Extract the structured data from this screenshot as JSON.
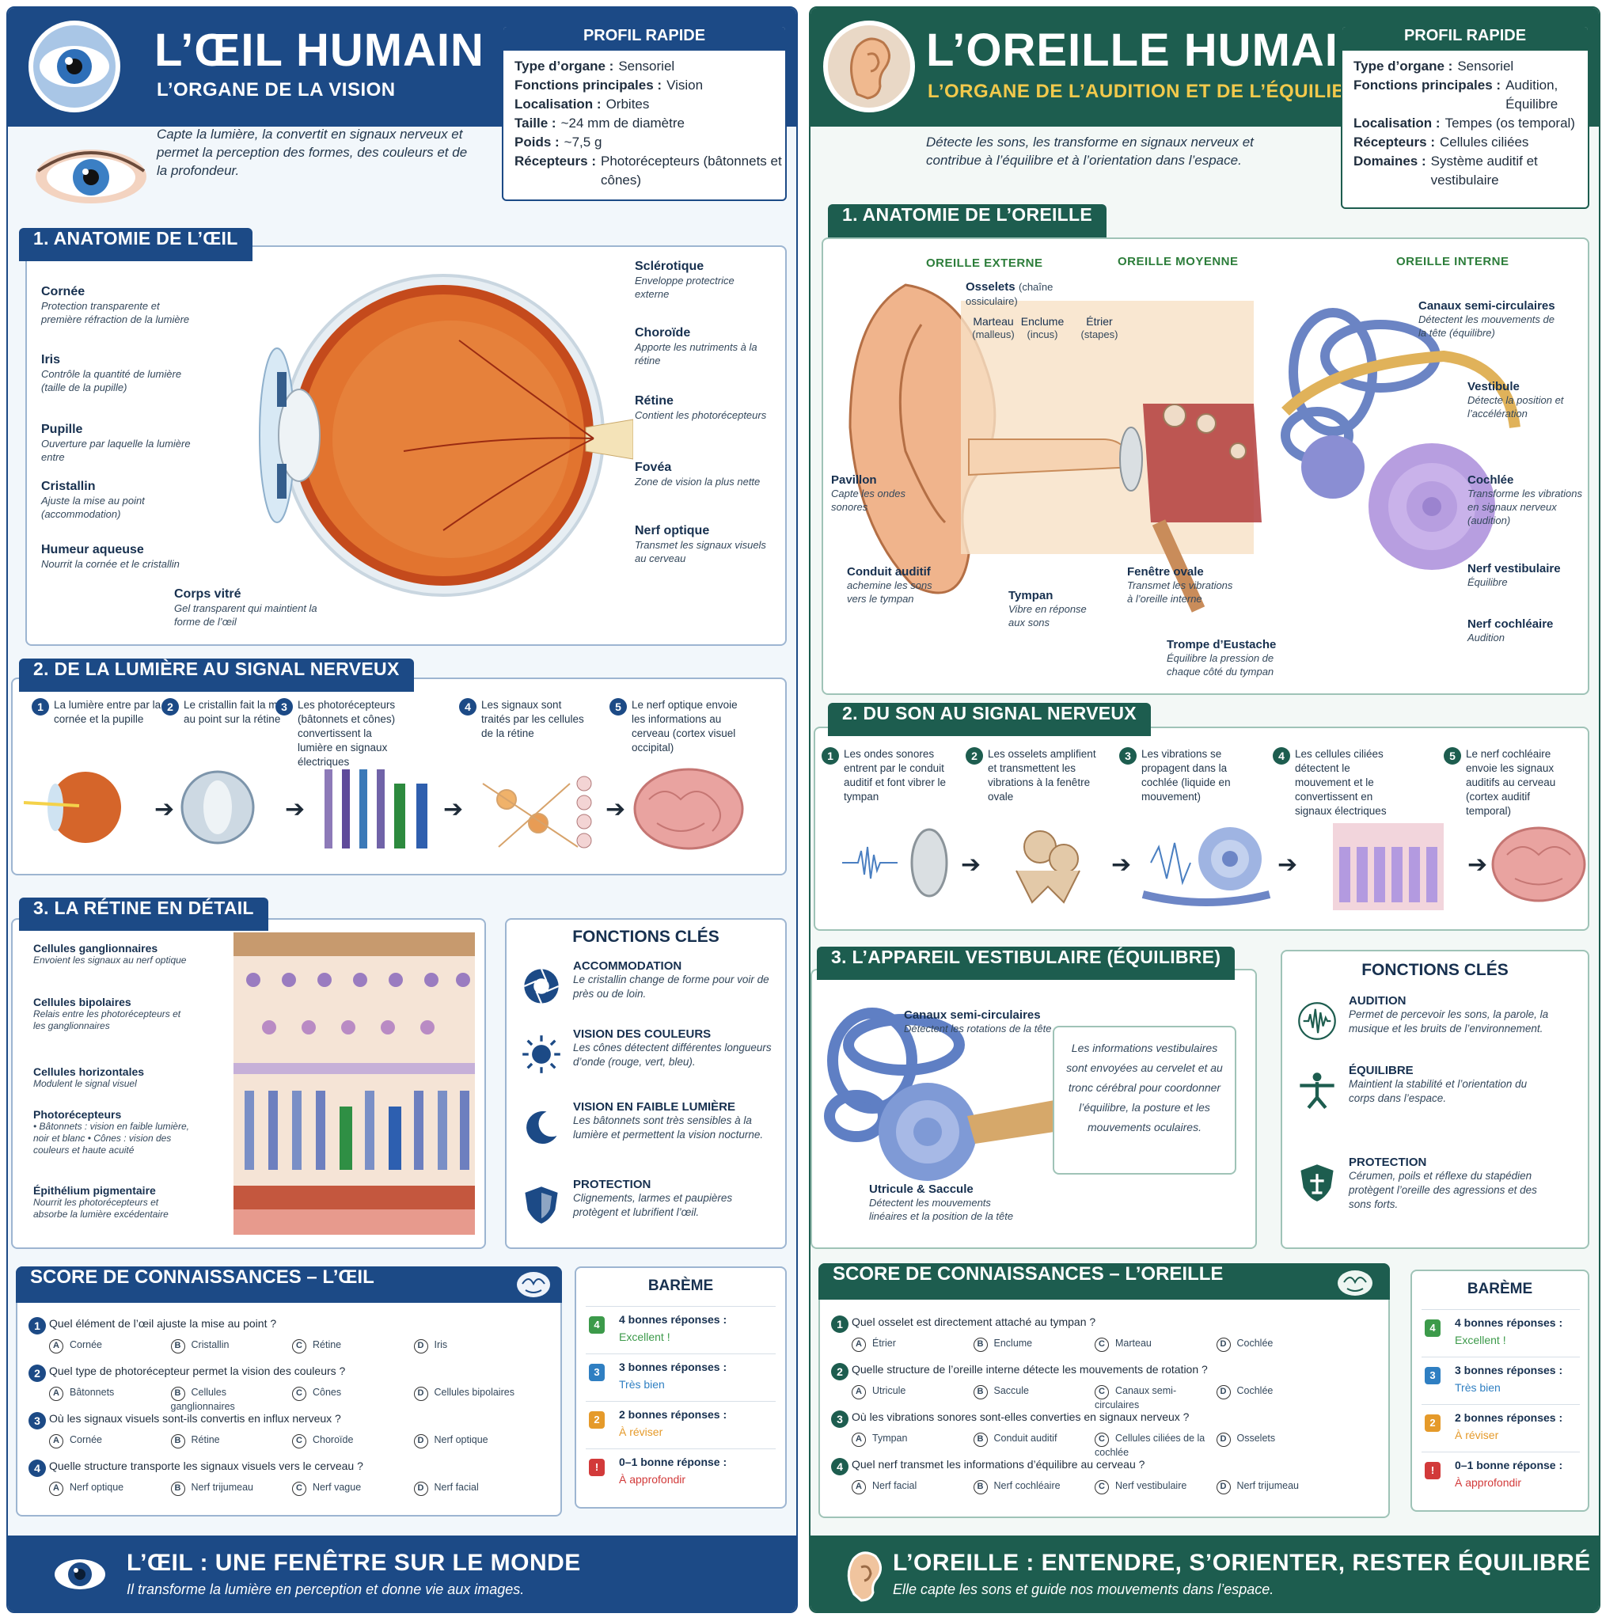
{
  "eye": {
    "title": "L’ŒIL HUMAIN",
    "subtitle": "L’ORGANE DE LA VISION",
    "intro": "Capte la lumière, la convertit en signaux nerveux et permet la perception des formes, des couleurs et de la profondeur.",
    "profile": {
      "title": "PROFIL RAPIDE",
      "rows": [
        {
          "k": "Type d’organe :",
          "v": "Sensoriel"
        },
        {
          "k": "Fonctions principales :",
          "v": "Vision"
        },
        {
          "k": "Localisation :",
          "v": "Orbites"
        },
        {
          "k": "Taille :",
          "v": "~24 mm de diamètre"
        },
        {
          "k": "Poids :",
          "v": "~7,5 g"
        },
        {
          "k": "Récepteurs :",
          "v": "Photorécepteurs (bâtonnets et cônes)"
        }
      ]
    },
    "s1": "1. ANATOMIE DE L’ŒIL",
    "labels_left": [
      {
        "t": "Cornée",
        "d": "Protection transparente et première réfraction de la lumière"
      },
      {
        "t": "Iris",
        "d": "Contrôle la quantité de lumière (taille de la pupille)"
      },
      {
        "t": "Pupille",
        "d": "Ouverture par laquelle la lumière entre"
      },
      {
        "t": "Cristallin",
        "d": "Ajuste la mise au point (accommodation)"
      },
      {
        "t": "Humeur aqueuse",
        "d": "Nourrit la cornée et le cristallin"
      }
    ],
    "label_bottom": {
      "t": "Corps vitré",
      "d": "Gel transparent qui maintient la forme de l’œil"
    },
    "labels_right": [
      {
        "t": "Sclérotique",
        "d": "Enveloppe protectrice externe"
      },
      {
        "t": "Choroïde",
        "d": "Apporte les nutriments à la rétine"
      },
      {
        "t": "Rétine",
        "d": "Contient les photorécepteurs"
      },
      {
        "t": "Fovéa",
        "d": "Zone de vision la plus nette"
      },
      {
        "t": "Nerf optique",
        "d": "Transmet les signaux visuels au cerveau"
      }
    ],
    "s2": "2. DE LA LUMIÈRE AU SIGNAL NERVEUX",
    "steps": [
      {
        "n": "1",
        "t": "La lumière entre par la cornée et la pupille"
      },
      {
        "n": "2",
        "t": "Le cristallin fait la mise au point sur la rétine"
      },
      {
        "n": "3",
        "t": "Les photorécepteurs (bâtonnets et cônes) convertissent la lumière en signaux électriques"
      },
      {
        "n": "4",
        "t": "Les signaux sont traités par les cellules de la rétine"
      },
      {
        "n": "5",
        "t": "Le nerf optique envoie les informations au cerveau (cortex visuel occipital)"
      }
    ],
    "s3": "3. LA RÉTINE EN DÉTAIL",
    "retina_labels": [
      {
        "t": "Cellules ganglionnaires",
        "d": "Envoient les signaux au nerf optique"
      },
      {
        "t": "Cellules bipolaires",
        "d": "Relais entre les photorécepteurs et les ganglionnaires"
      },
      {
        "t": "Cellules horizontales",
        "d": "Modulent le signal visuel"
      },
      {
        "t": "Photorécepteurs",
        "d": "• Bâtonnets : vision en faible lumière, noir et blanc • Cônes : vision des couleurs et haute acuité"
      },
      {
        "t": "Épithélium pigmentaire",
        "d": "Nourrit les photorécepteurs et absorbe la lumière excédentaire"
      }
    ],
    "functions": {
      "title": "FONCTIONS CLÉS",
      "items": [
        {
          "n": "ACCOMMODATION",
          "d": "Le cristallin change de forme pour voir de près ou de loin.",
          "icon": "aperture-icon"
        },
        {
          "n": "VISION DES COULEURS",
          "d": "Les cônes détectent différentes longueurs d’onde (rouge, vert, bleu).",
          "icon": "sun-icon"
        },
        {
          "n": "VISION EN FAIBLE LUMIÈRE",
          "d": "Les bâtonnets sont très sensibles à la lumière et permettent la vision nocturne.",
          "icon": "moon-icon"
        },
        {
          "n": "PROTECTION",
          "d": "Clignements, larmes et paupières protègent et lubrifient l’œil.",
          "icon": "shield-icon"
        }
      ]
    },
    "quiz": {
      "title": "SCORE DE CONNAISSANCES – L’ŒIL",
      "questions": [
        {
          "n": "1",
          "q": "Quel élément de l’œil ajuste la mise au point ?",
          "opts": [
            "Cornée",
            "Cristallin",
            "Rétine",
            "Iris"
          ]
        },
        {
          "n": "2",
          "q": "Quel type de photorécepteur permet la vision des couleurs ?",
          "opts": [
            "Bâtonnets",
            "Cellules ganglionnaires",
            "Cônes",
            "Cellules bipolaires"
          ]
        },
        {
          "n": "3",
          "q": "Où les signaux visuels sont-ils convertis en influx nerveux ?",
          "opts": [
            "Cornée",
            "Rétine",
            "Choroïde",
            "Nerf optique"
          ]
        },
        {
          "n": "4",
          "q": "Quelle structure transporte les signaux visuels vers le cerveau ?",
          "opts": [
            "Nerf optique",
            "Nerf trijumeau",
            "Nerf vague",
            "Nerf facial"
          ]
        }
      ]
    },
    "bareme": {
      "title": "BARÈME",
      "rows": [
        {
          "n": "4",
          "t": "4 bonnes réponses :",
          "v": "Excellent !",
          "c": "#3c9a4a"
        },
        {
          "n": "3",
          "t": "3 bonnes réponses :",
          "v": "Très bien",
          "c": "#2f7fc2"
        },
        {
          "n": "2",
          "t": "2 bonnes réponses :",
          "v": "À réviser",
          "c": "#e59a2a"
        },
        {
          "n": "!",
          "t": "0–1 bonne réponse :",
          "v": "À approfondir",
          "c": "#d23a3a"
        }
      ]
    },
    "footer": {
      "title": "L’ŒIL : UNE FENÊTRE SUR LE MONDE",
      "sub": "Il transforme la lumière en perception et donne vie aux images."
    }
  },
  "ear": {
    "title": "L’OREILLE HUMAINE",
    "subtitle": "L’ORGANE DE L’AUDITION ET DE L’ÉQUILIBRE",
    "intro": "Détecte les sons, les transforme en signaux nerveux et contribue à l’équilibre et à l’orientation dans l’espace.",
    "profile": {
      "title": "PROFIL RAPIDE",
      "rows": [
        {
          "k": "Type d’organe :",
          "v": "Sensoriel"
        },
        {
          "k": "Fonctions principales :",
          "v": "Audition, Équilibre"
        },
        {
          "k": "Localisation :",
          "v": "Tempes (os temporal)"
        },
        {
          "k": "Récepteurs :",
          "v": "Cellules ciliées"
        },
        {
          "k": "Domaines :",
          "v": "Système auditif et vestibulaire"
        }
      ]
    },
    "s1": "1. ANATOMIE DE L’OREILLE",
    "cols": [
      "OREILLE EXTERNE",
      "OREILLE MOYENNE",
      "OREILLE INTERNE"
    ],
    "ossicles": {
      "title": "Osselets",
      "sub": "(chaîne ossiculaire)",
      "items": [
        {
          "t": "Marteau",
          "d": "(malleus)"
        },
        {
          "t": "Enclume",
          "d": "(incus)"
        },
        {
          "t": "Étrier",
          "d": "(stapes)"
        }
      ]
    },
    "labels": [
      {
        "t": "Pavillon",
        "d": "Capte les ondes sonores"
      },
      {
        "t": "Conduit auditif",
        "d": "achemine les sons vers le tympan"
      },
      {
        "t": "Tympan",
        "d": "Vibre en réponse aux sons"
      },
      {
        "t": "Fenêtre ovale",
        "d": "Transmet les vibrations à l’oreille interne"
      },
      {
        "t": "Trompe d’Eustache",
        "d": "Équilibre la pression de chaque côté du tympan"
      },
      {
        "t": "Canaux semi-circulaires",
        "d": "Détectent les mouvements de la tête (équilibre)"
      },
      {
        "t": "Vestibule",
        "d": "Détecte la position et l’accélération"
      },
      {
        "t": "Cochlée",
        "d": "Transforme les vibrations en signaux nerveux (audition)"
      },
      {
        "t": "Nerf vestibulaire",
        "d": "Équilibre"
      },
      {
        "t": "Nerf cochléaire",
        "d": "Audition"
      }
    ],
    "s2": "2. DU SON AU SIGNAL NERVEUX",
    "steps": [
      {
        "n": "1",
        "t": "Les ondes sonores entrent par le conduit auditif et font vibrer le tympan"
      },
      {
        "n": "2",
        "t": "Les osselets amplifient et transmettent les vibrations à la fenêtre ovale"
      },
      {
        "n": "3",
        "t": "Les vibrations se propagent dans la cochlée (liquide en mouvement)"
      },
      {
        "n": "4",
        "t": "Les cellules ciliées détectent le mouvement et le convertissent en signaux électriques"
      },
      {
        "n": "5",
        "t": "Le nerf cochléaire envoie les signaux auditifs au cerveau (cortex auditif temporal)"
      }
    ],
    "s3": "3. L’APPAREIL VESTIBULAIRE (ÉQUILIBRE)",
    "vest_labels": [
      {
        "t": "Canaux semi-circulaires",
        "d": "Détectent les rotations de la tête"
      },
      {
        "t": "Utricule & Saccule",
        "d": "Détectent les mouvements linéaires et la position de la tête"
      }
    ],
    "vest_note": "Les informations vestibulaires sont envoyées au cervelet et au tronc cérébral pour coordonner l’équilibre, la posture et les mouvements oculaires.",
    "functions": {
      "title": "FONCTIONS CLÉS",
      "items": [
        {
          "n": "AUDITION",
          "d": "Permet de percevoir les sons, la parole, la musique et les bruits de l’environnement.",
          "icon": "soundwave-icon"
        },
        {
          "n": "ÉQUILIBRE",
          "d": "Maintient la stabilité et l’orientation du corps dans l’espace.",
          "icon": "balance-figure-icon"
        },
        {
          "n": "PROTECTION",
          "d": "Cérumen, poils et réflexe du stapédien protègent l’oreille des agressions et des sons forts.",
          "icon": "shield-icon"
        }
      ]
    },
    "quiz": {
      "title": "SCORE DE CONNAISSANCES – L’OREILLE",
      "questions": [
        {
          "n": "1",
          "q": "Quel osselet est directement attaché au tympan ?",
          "opts": [
            "Étrier",
            "Enclume",
            "Marteau",
            "Cochlée"
          ]
        },
        {
          "n": "2",
          "q": "Quelle structure de l’oreille interne détecte les mouvements de rotation ?",
          "opts": [
            "Utricule",
            "Saccule",
            "Canaux semi-circulaires",
            "Cochlée"
          ]
        },
        {
          "n": "3",
          "q": "Où les vibrations sonores sont-elles converties en signaux nerveux ?",
          "opts": [
            "Tympan",
            "Conduit auditif",
            "Cellules ciliées de la cochlée",
            "Osselets"
          ]
        },
        {
          "n": "4",
          "q": "Quel nerf transmet les informations d’équilibre au cerveau ?",
          "opts": [
            "Nerf facial",
            "Nerf cochléaire",
            "Nerf vestibulaire",
            "Nerf trijumeau"
          ]
        }
      ]
    },
    "bareme": {
      "title": "BARÈME",
      "rows": [
        {
          "n": "4",
          "t": "4 bonnes réponses :",
          "v": "Excellent !",
          "c": "#3c9a4a"
        },
        {
          "n": "3",
          "t": "3 bonnes réponses :",
          "v": "Très bien",
          "c": "#2f7fc2"
        },
        {
          "n": "2",
          "t": "2 bonnes réponses :",
          "v": "À réviser",
          "c": "#e59a2a"
        },
        {
          "n": "!",
          "t": "0–1 bonne réponse :",
          "v": "À approfondir",
          "c": "#d23a3a"
        }
      ]
    },
    "footer": {
      "title": "L’OREILLE : ENTENDRE, S’ORIENTER, RESTER ÉQUILIBRÉ",
      "sub": "Elle capte les sons et guide nos mouvements dans l’espace."
    }
  }
}
